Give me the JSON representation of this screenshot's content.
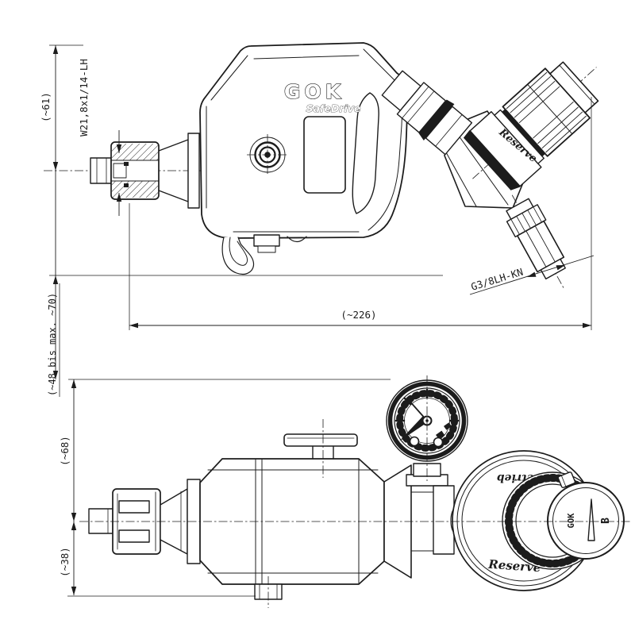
{
  "drawing": {
    "brand": "GOK",
    "product": "SafeDrive",
    "top_view": {
      "reserve_label": "Reserve",
      "dim_height": "(~61)",
      "dim_inlet_thread": "W21,8x1/14-LH",
      "dim_length": "(~226)",
      "dim_outlet_thread": "G3/8LH-KN",
      "dim_outlet_range": "(~48 bis max. ~70)"
    },
    "front_view": {
      "mode_label_top": "Betrieb",
      "mode_label_bottom": "Reserve",
      "knob_brand": "GOK",
      "knob_mark": "B",
      "dim_upper": "(~68)",
      "dim_lower": "(~38)"
    }
  }
}
